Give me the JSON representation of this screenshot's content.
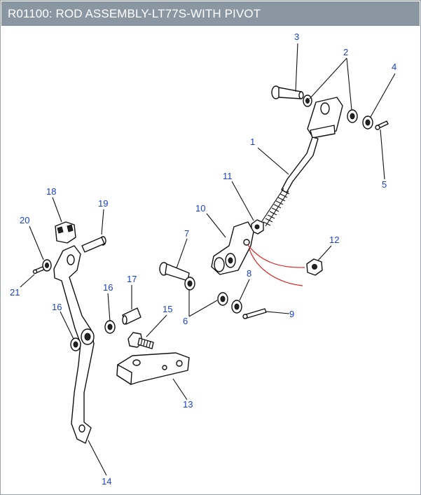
{
  "header": {
    "title": "R01100: ROD ASSEMBLY-LT77S-WITH PIVOT"
  },
  "colors": {
    "header_bg": "#8a97a3",
    "callout_text": "#1a3fd0",
    "highlight_line": "#e02020"
  },
  "callouts": [
    {
      "id": "1",
      "label": "1"
    },
    {
      "id": "2",
      "label": "2"
    },
    {
      "id": "3",
      "label": "3"
    },
    {
      "id": "4",
      "label": "4"
    },
    {
      "id": "5",
      "label": "5"
    },
    {
      "id": "6",
      "label": "6"
    },
    {
      "id": "7",
      "label": "7"
    },
    {
      "id": "8",
      "label": "8"
    },
    {
      "id": "9",
      "label": "9"
    },
    {
      "id": "10",
      "label": "10"
    },
    {
      "id": "11",
      "label": "11"
    },
    {
      "id": "12",
      "label": "12"
    },
    {
      "id": "13",
      "label": "13"
    },
    {
      "id": "14",
      "label": "14"
    },
    {
      "id": "15",
      "label": "15"
    },
    {
      "id": "16a",
      "label": "16"
    },
    {
      "id": "16b",
      "label": "16"
    },
    {
      "id": "17",
      "label": "17"
    },
    {
      "id": "18",
      "label": "18"
    },
    {
      "id": "19",
      "label": "19"
    },
    {
      "id": "20",
      "label": "20"
    },
    {
      "id": "21",
      "label": "21"
    }
  ]
}
